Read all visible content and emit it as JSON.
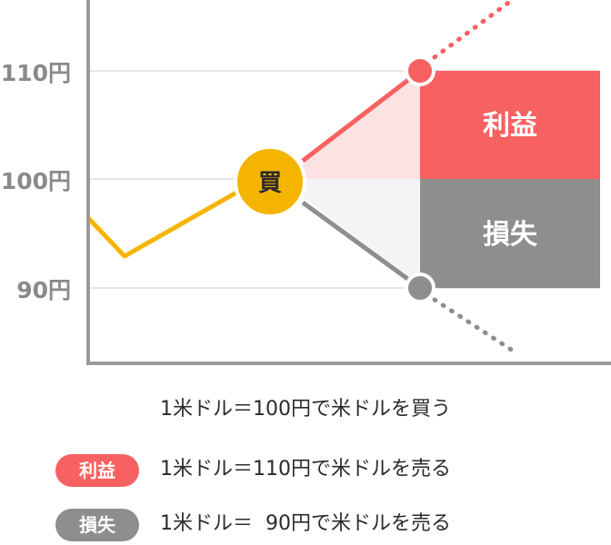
{
  "colors": {
    "buy": "#f5b400",
    "profit": "#f76161",
    "profit_light": "#fde2e4",
    "loss": "#8e8e8e",
    "loss_light": "#f4f4f4",
    "axis": "#9a9a9a",
    "grid": "#e5e5e5"
  },
  "chart": {
    "y_ticks": [
      "110円",
      "100円",
      "90円"
    ],
    "buy_label": "買",
    "profit_label": "利益",
    "loss_label": "損失"
  },
  "legend": {
    "buy": "1米ドル＝100円で米ドルを買う",
    "profit_badge": "利益",
    "profit_text": "1米ドル＝110円で米ドルを売る",
    "loss_badge": "損失",
    "loss_text": "1米ドル＝  90円で米ドルを売る"
  }
}
